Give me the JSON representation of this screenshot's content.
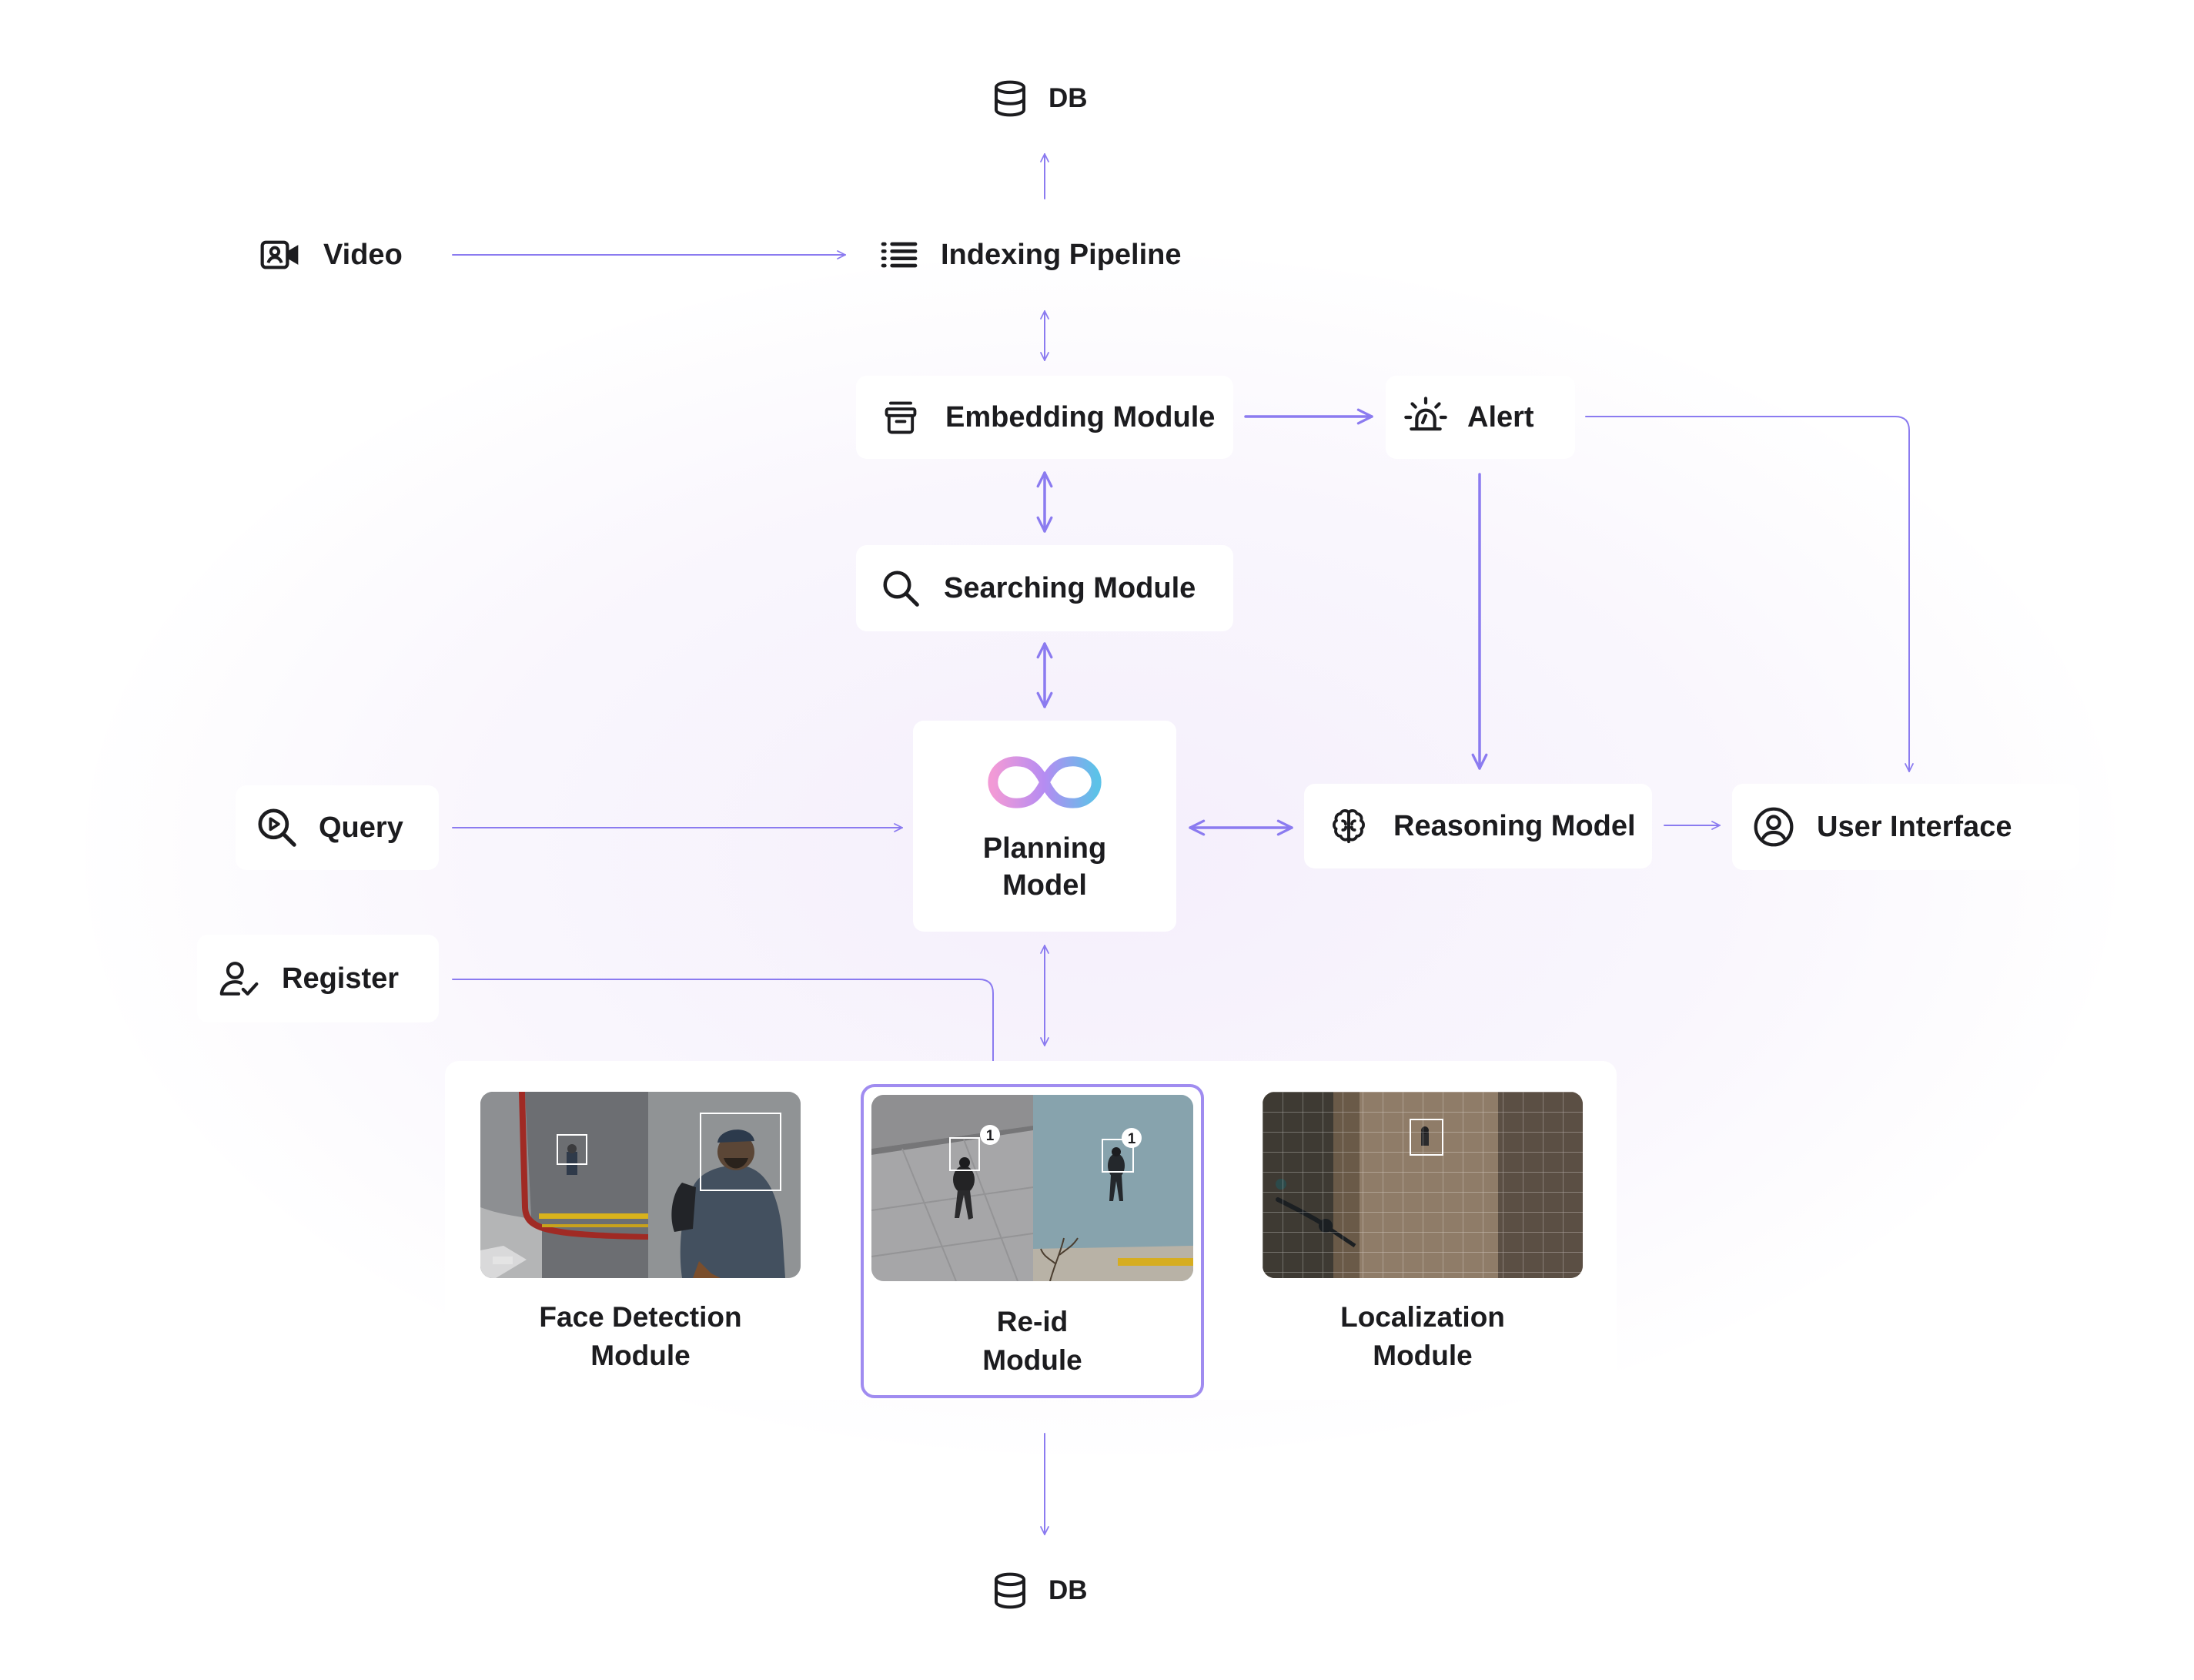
{
  "nodes": {
    "db_top": "DB",
    "video": "Video",
    "indexing_pipeline": "Indexing Pipeline",
    "embedding_module": "Embedding Module",
    "alert": "Alert",
    "searching_module": "Searching Module",
    "query": "Query",
    "planning_model": {
      "line1": "Planning",
      "line2": "Model"
    },
    "reasoning_model": "Reasoning Model",
    "user_interface": "User Interface",
    "register": "Register",
    "db_bottom": "DB"
  },
  "modules": [
    {
      "line1": "Face Detection",
      "line2": "Module",
      "selected": false
    },
    {
      "line1": "Re-id",
      "line2": "Module",
      "selected": true,
      "badges": [
        "1",
        "1"
      ]
    },
    {
      "line1": "Localization",
      "line2": "Module",
      "selected": false
    }
  ],
  "icons": {
    "db": "database-icon",
    "video": "video-camera-icon",
    "indexing_pipeline": "list-icon",
    "embedding_module": "archive-box-icon",
    "alert": "siren-icon",
    "searching_module": "search-icon",
    "query": "search-play-icon",
    "planning_model": "infinity-logo-icon",
    "reasoning_model": "brain-icon",
    "user_interface": "user-circle-icon",
    "register": "user-check-icon"
  },
  "colors": {
    "accent": "#8b7bf0",
    "accent_light": "#a08cf0",
    "background_glow": "#f4eefc",
    "text": "#1c1c1f",
    "logo_gradient": [
      "#f29ad6",
      "#b58cf2",
      "#5cc2e8"
    ]
  }
}
